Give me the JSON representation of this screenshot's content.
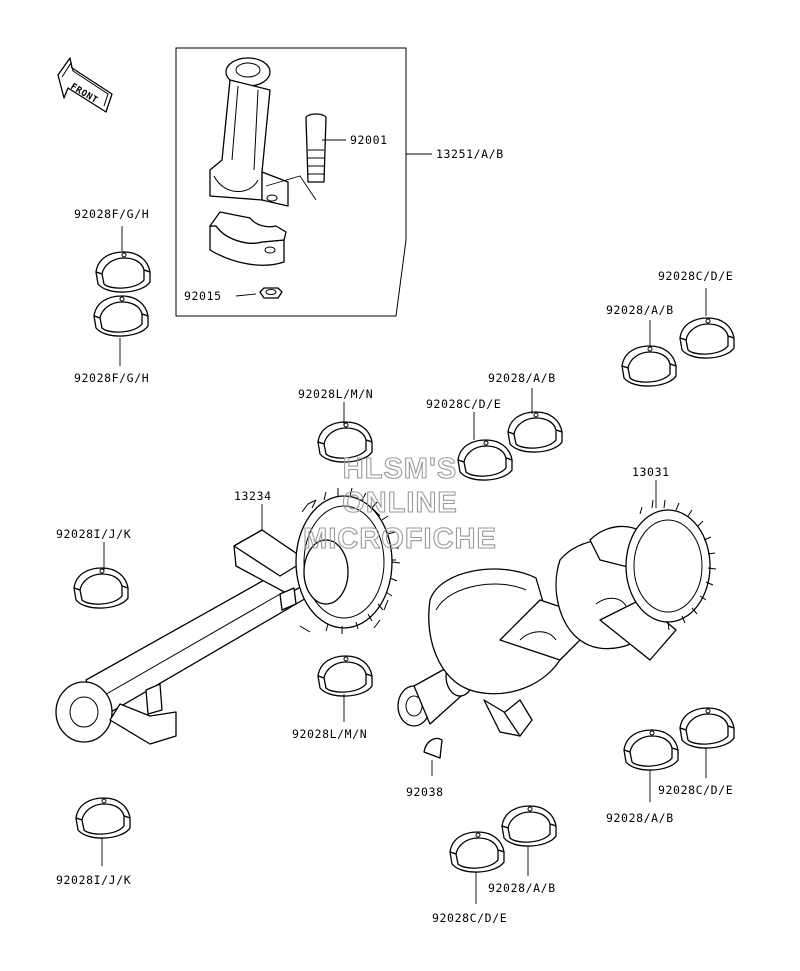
{
  "orientation": {
    "front_arrow_label": "FRONT"
  },
  "watermark": {
    "line1": "HLSM'S",
    "line2": "ONLINE",
    "line3": "MICROFICHE"
  },
  "labels": {
    "conrod_assy": "13251/A/B",
    "conrod_bolt": "92001",
    "conrod_nut": "92015",
    "bearing_fgh_upper": "92028F/G/H",
    "bearing_fgh_lower": "92028F/G/H",
    "bearing_cde_top_right": "92028C/D/E",
    "bearing_ab_top_right": "92028/A/B",
    "bearing_lmn_upper": "92028L/M/N",
    "bearing_cde_center": "92028C/D/E",
    "bearing_ab_center": "92028/A/B",
    "crankshaft": "13031",
    "balancer": "13234",
    "bearing_ijk_upper": "92028I/J/K",
    "bearing_lmn_lower": "92028L/M/N",
    "key": "92038",
    "bearing_cde_right_lower": "92028C/D/E",
    "bearing_ab_right_lower": "92028/A/B",
    "bearing_ijk_lower": "92028I/J/K",
    "bearing_ab_bottom": "92028/A/B",
    "bearing_cde_bottom": "92028C/D/E"
  }
}
